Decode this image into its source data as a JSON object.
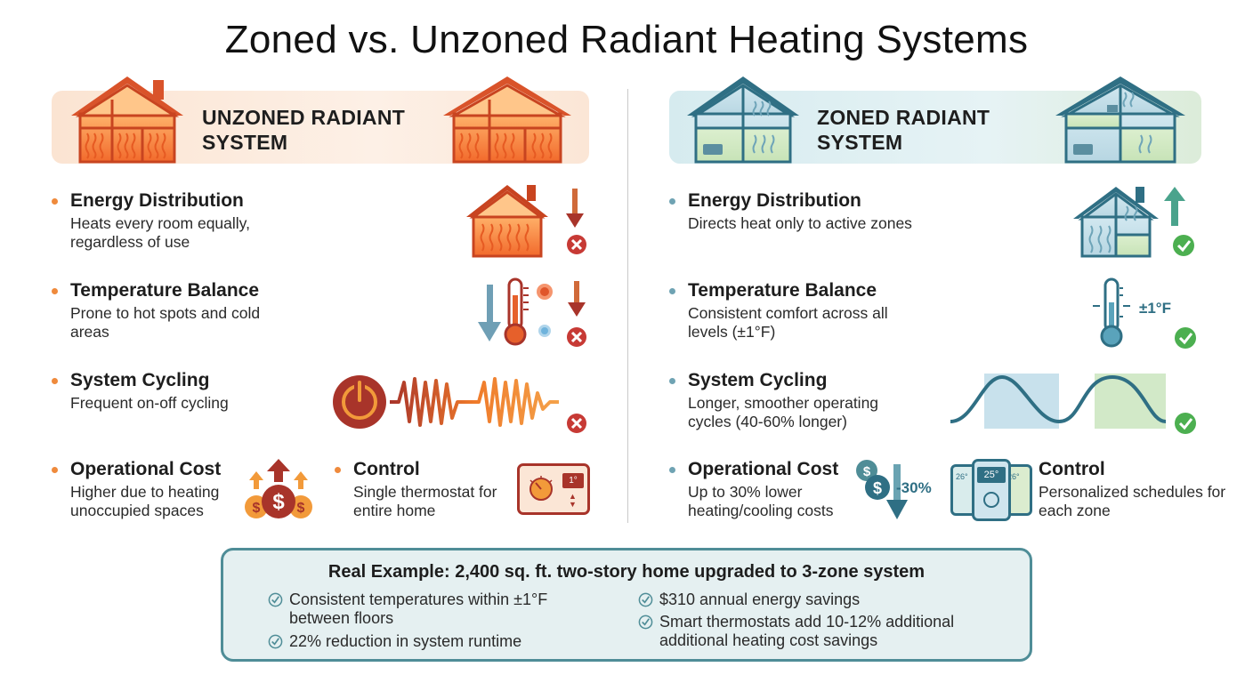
{
  "title": "Zoned vs. Unzoned Radiant Heating Systems",
  "colors": {
    "unzoned_accent": "#e0552a",
    "zoned_accent": "#3d7a8c",
    "check_green": "#4caf50",
    "x_red": "#c73a35"
  },
  "unzoned": {
    "banner_title": "UNZONED RADIANT SYSTEM",
    "items": [
      {
        "title": "Energy Distribution",
        "desc": "Heats every room equally, regardless of use",
        "icon": "heated-house-down-arrow-x-icon"
      },
      {
        "title": "Temperature Balance",
        "desc": "Prone to hot spots and cold areas",
        "icon": "thermometer-uneven-x-icon"
      },
      {
        "title": "System Cycling",
        "desc": "Frequent on-off cycling",
        "icon": "power-zigzag-x-icon"
      },
      {
        "title": "Operational Cost",
        "desc": "Higher due to heating unoccupied spaces",
        "icon": "rising-dollar-icon"
      },
      {
        "title": "Control",
        "desc": "Single thermostat for entire home",
        "icon": "single-thermostat-icon"
      }
    ],
    "thermostat_reading": "1°"
  },
  "zoned": {
    "banner_title": "ZONED RADIANT SYSTEM",
    "items": [
      {
        "title": "Energy Distribution",
        "desc": "Directs heat only to active zones",
        "icon": "zoned-house-up-arrow-check-icon"
      },
      {
        "title": "Temperature Balance",
        "desc": "Consistent comfort across all levels (±1°F)",
        "icon": "thermometer-check-icon"
      },
      {
        "title": "System Cycling",
        "desc": "Longer, smoother operating cycles (40-60% longer)",
        "icon": "smooth-wave-check-icon"
      },
      {
        "title": "Operational Cost",
        "desc": "Up to 30% lower heating/cooling costs",
        "icon": "falling-dollar-icon"
      },
      {
        "title": "Control",
        "desc": "Personalized schedules for each zone",
        "icon": "multiple-thermostats-icon"
      }
    ],
    "thermo_label": "±1°F",
    "cost_label": "-30%",
    "thermostat_readings": [
      "26°",
      "25°",
      "26°"
    ]
  },
  "example": {
    "title": "Real Example: 2,400 sq. ft. two-story home upgraded to 3-zone system",
    "items": [
      "Consistent temperatures within ±1°F between floors",
      "22% reduction in system runtime",
      "$310 annual energy savings",
      "Smart thermostats add 10-12% additional additional heating cost savings"
    ]
  }
}
